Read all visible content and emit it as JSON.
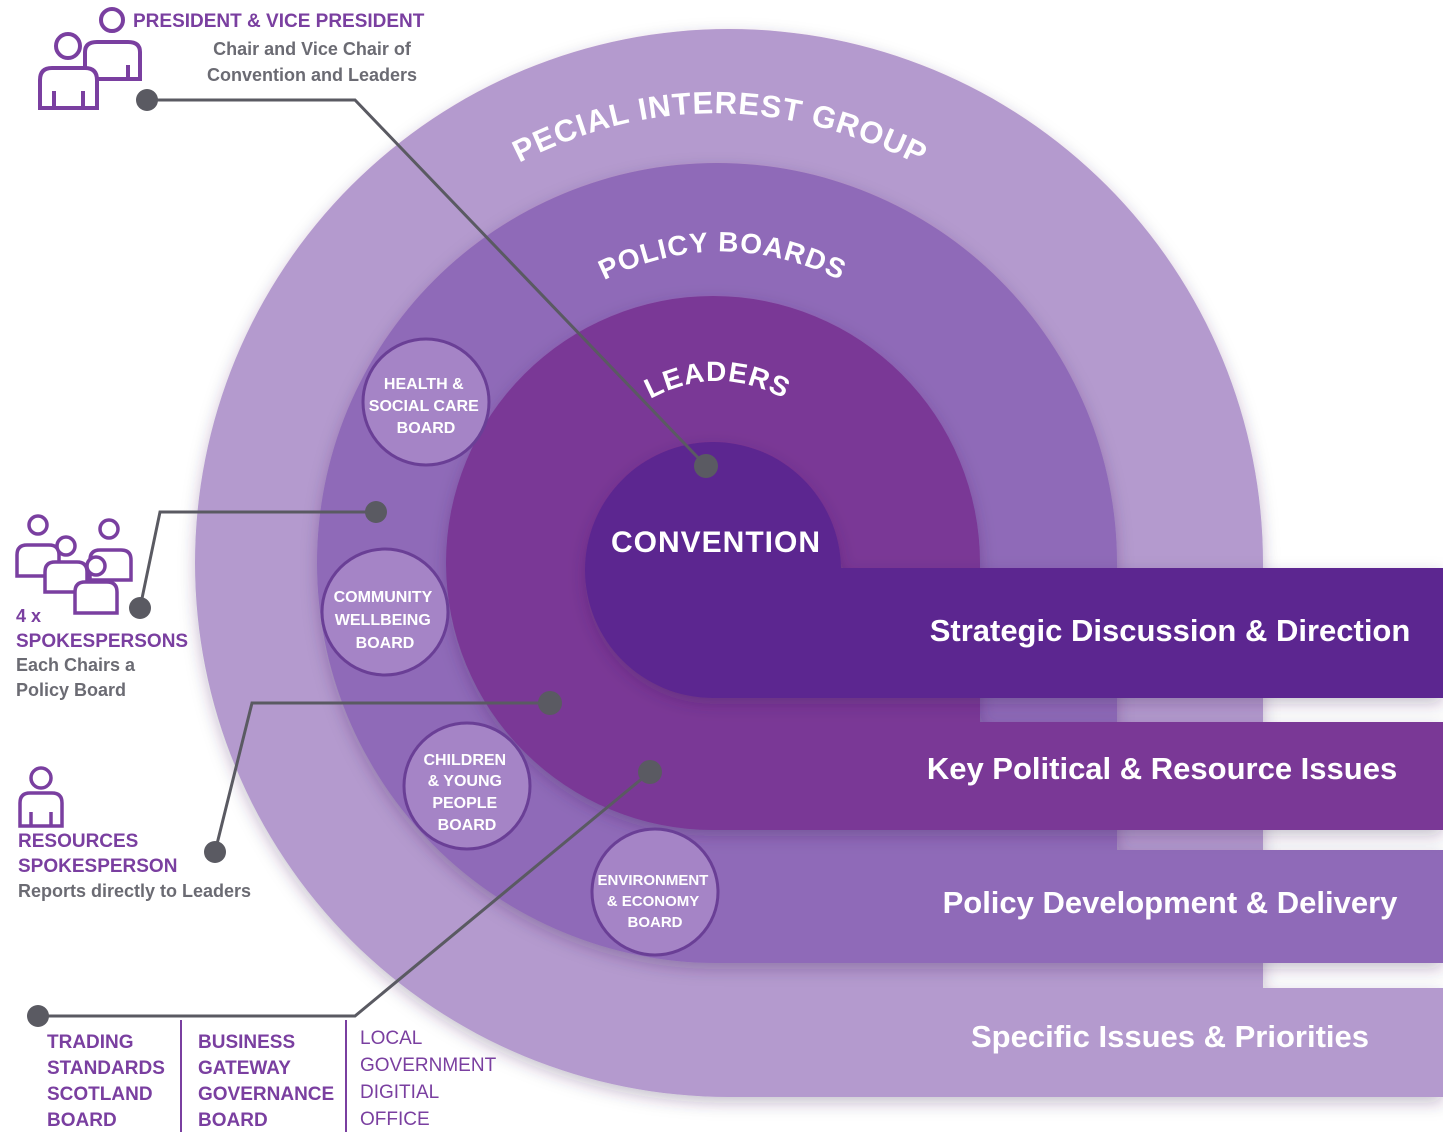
{
  "colors": {
    "ring_special": "#b49ace",
    "ring_policy": "#8f6ab8",
    "ring_leaders": "#7a3796",
    "core_convention": "#5c2590",
    "board_circle": "#a584c6",
    "connector": "#5a5a62",
    "text_purple": "#7a3fa0",
    "text_grey": "#6b6b73"
  },
  "rings": {
    "special_interest_groups": "SPECIAL INTEREST GROUPS",
    "policy_boards": "POLICY BOARDS",
    "leaders": "LEADERS",
    "convention": "CONVENTION"
  },
  "bands": {
    "strategic": "Strategic Discussion & Direction",
    "political": "Key Political & Resource Issues",
    "policy": "Policy Development & Delivery",
    "specific": "Specific Issues & Priorities"
  },
  "boards": {
    "health": [
      "HEALTH &",
      "SOCIAL CARE",
      "BOARD"
    ],
    "community": [
      "COMMUNITY",
      "WELLBEING",
      "BOARD"
    ],
    "children": [
      "CHILDREN",
      "& YOUNG",
      "PEOPLE",
      "BOARD"
    ],
    "environment": [
      "ENVIRONMENT",
      "& ECONOMY",
      "BOARD"
    ]
  },
  "annotations": {
    "president": {
      "title": "PRESIDENT & VICE PRESIDENT",
      "line1": "Chair and Vice Chair of",
      "line2": "Convention and Leaders"
    },
    "spokespersons": {
      "count": "4 x",
      "title": "SPOKESPERSONS",
      "line1": "Each Chairs a",
      "line2": "Policy Board"
    },
    "resources": {
      "title1": "RESOURCES",
      "title2": "SPOKESPERSON",
      "line1": "Reports directly to Leaders"
    }
  },
  "special_groups": {
    "trading": [
      "TRADING",
      "STANDARDS",
      "SCOTLAND",
      "BOARD"
    ],
    "business": [
      "BUSINESS",
      "GATEWAY",
      "GOVERNANCE",
      "BOARD"
    ],
    "digital": [
      "LOCAL",
      "GOVERNMENT",
      "DIGITIAL",
      "OFFICE"
    ]
  },
  "icons": [
    "two-people-icon",
    "four-people-icon",
    "person-icon"
  ]
}
